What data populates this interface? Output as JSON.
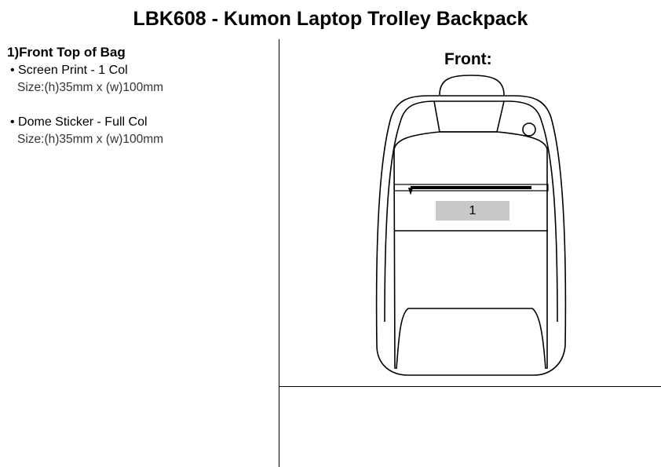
{
  "title": "LBK608 - Kumon Laptop Trolley Backpack",
  "section": {
    "heading": "1)Front Top of Bag",
    "items": [
      {
        "label": "Screen Print - 1 Col",
        "size": "Size:(h)35mm x (w)100mm"
      },
      {
        "label": "Dome Sticker - Full Col",
        "size": "Size:(h)35mm x (w)100mm"
      }
    ]
  },
  "view": {
    "label": "Front:",
    "marker": "1"
  }
}
